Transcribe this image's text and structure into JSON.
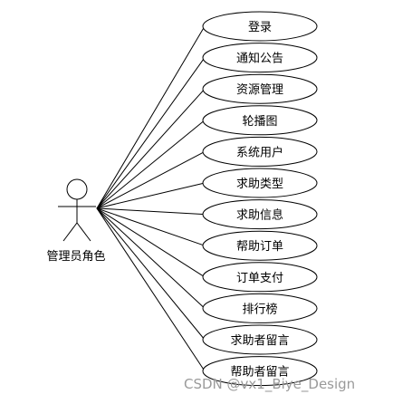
{
  "actor": {
    "label": "管理员角色"
  },
  "use_cases": [
    {
      "label": "登录"
    },
    {
      "label": "通知公告"
    },
    {
      "label": "资源管理"
    },
    {
      "label": "轮播图"
    },
    {
      "label": "系统用户"
    },
    {
      "label": "求助类型"
    },
    {
      "label": "求助信息"
    },
    {
      "label": "帮助订单"
    },
    {
      "label": "订单支付"
    },
    {
      "label": "排行榜"
    },
    {
      "label": "求助者留言"
    },
    {
      "label": "帮助者留言"
    }
  ],
  "watermark": "CSDN @vx1_Biye_Design",
  "colors": {
    "line": "#000000",
    "ellipse_stroke": "#000000",
    "ellipse_fill": "#ffffff",
    "watermark": "#9a9a9a"
  }
}
